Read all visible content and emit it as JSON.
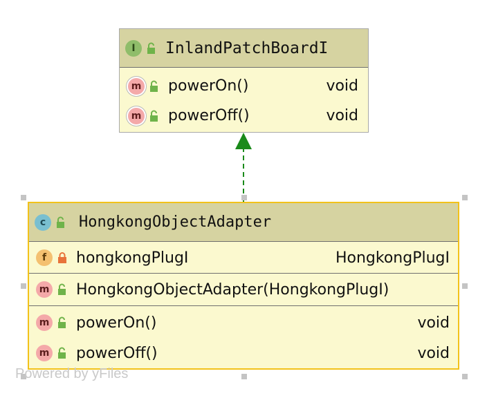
{
  "interface_node": {
    "badge": "I",
    "visibility_icon": "open-lock-icon",
    "title": "InlandPatchBoardI",
    "methods": [
      {
        "badge": "m",
        "name": "powerOn()",
        "type": "void"
      },
      {
        "badge": "m",
        "name": "powerOff()",
        "type": "void"
      }
    ]
  },
  "class_node": {
    "badge": "c",
    "visibility_icon": "open-lock-icon",
    "title": "HongkongObjectAdapter",
    "fields": [
      {
        "badge": "f",
        "visibility_icon": "lock-icon",
        "name": "hongkongPlugI",
        "type": "HongkongPlugI"
      }
    ],
    "constructors": [
      {
        "badge": "m",
        "name": "HongkongObjectAdapter(HongkongPlugI)"
      }
    ],
    "methods": [
      {
        "badge": "m",
        "name": "powerOn()",
        "type": "void"
      },
      {
        "badge": "m",
        "name": "powerOff()",
        "type": "void"
      }
    ]
  },
  "relationship": {
    "type": "realization",
    "from": "HongkongObjectAdapter",
    "to": "InlandPatchBoardI",
    "color": "#1a8a1a"
  },
  "colors": {
    "header": "#d6d3a1",
    "body": "#fbf9cf",
    "selected_border": "#f2c21a",
    "public_icon": "#6fb34a",
    "private_icon": "#e8733b"
  },
  "watermark": "Powered by yFiles"
}
